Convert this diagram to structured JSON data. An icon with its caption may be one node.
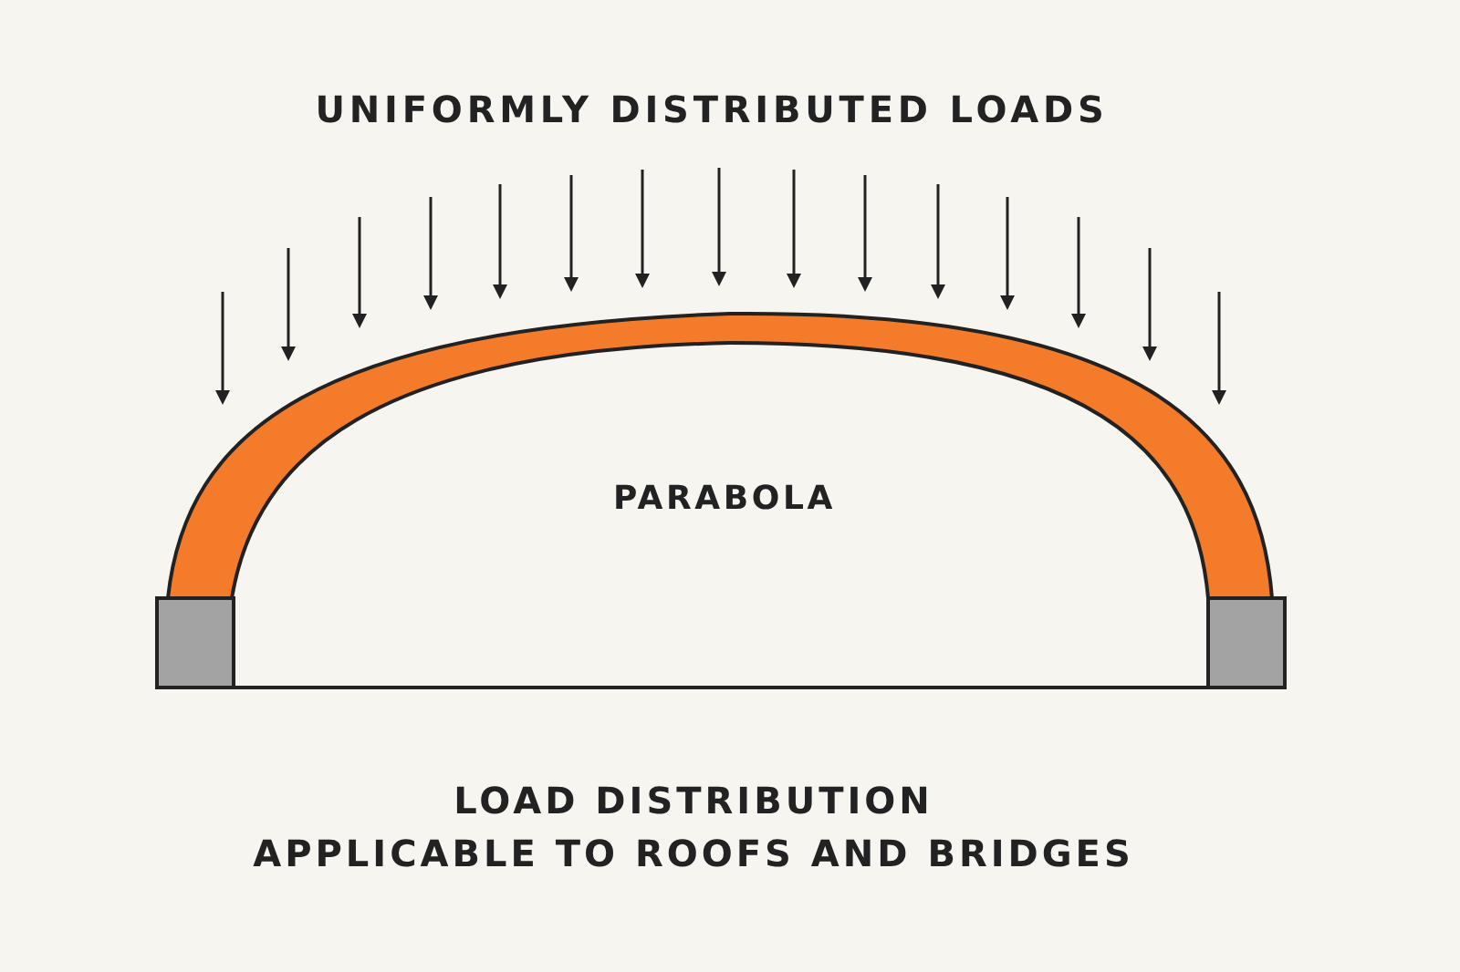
{
  "diagram": {
    "title": "UNIFORMLY DISTRIBUTED LOADS",
    "labels": [
      "PARABOLA",
      "LOAD DISTRIBUTION",
      "APPLICABLE TO ROOFS AND BRIDGES"
    ]
  }
}
